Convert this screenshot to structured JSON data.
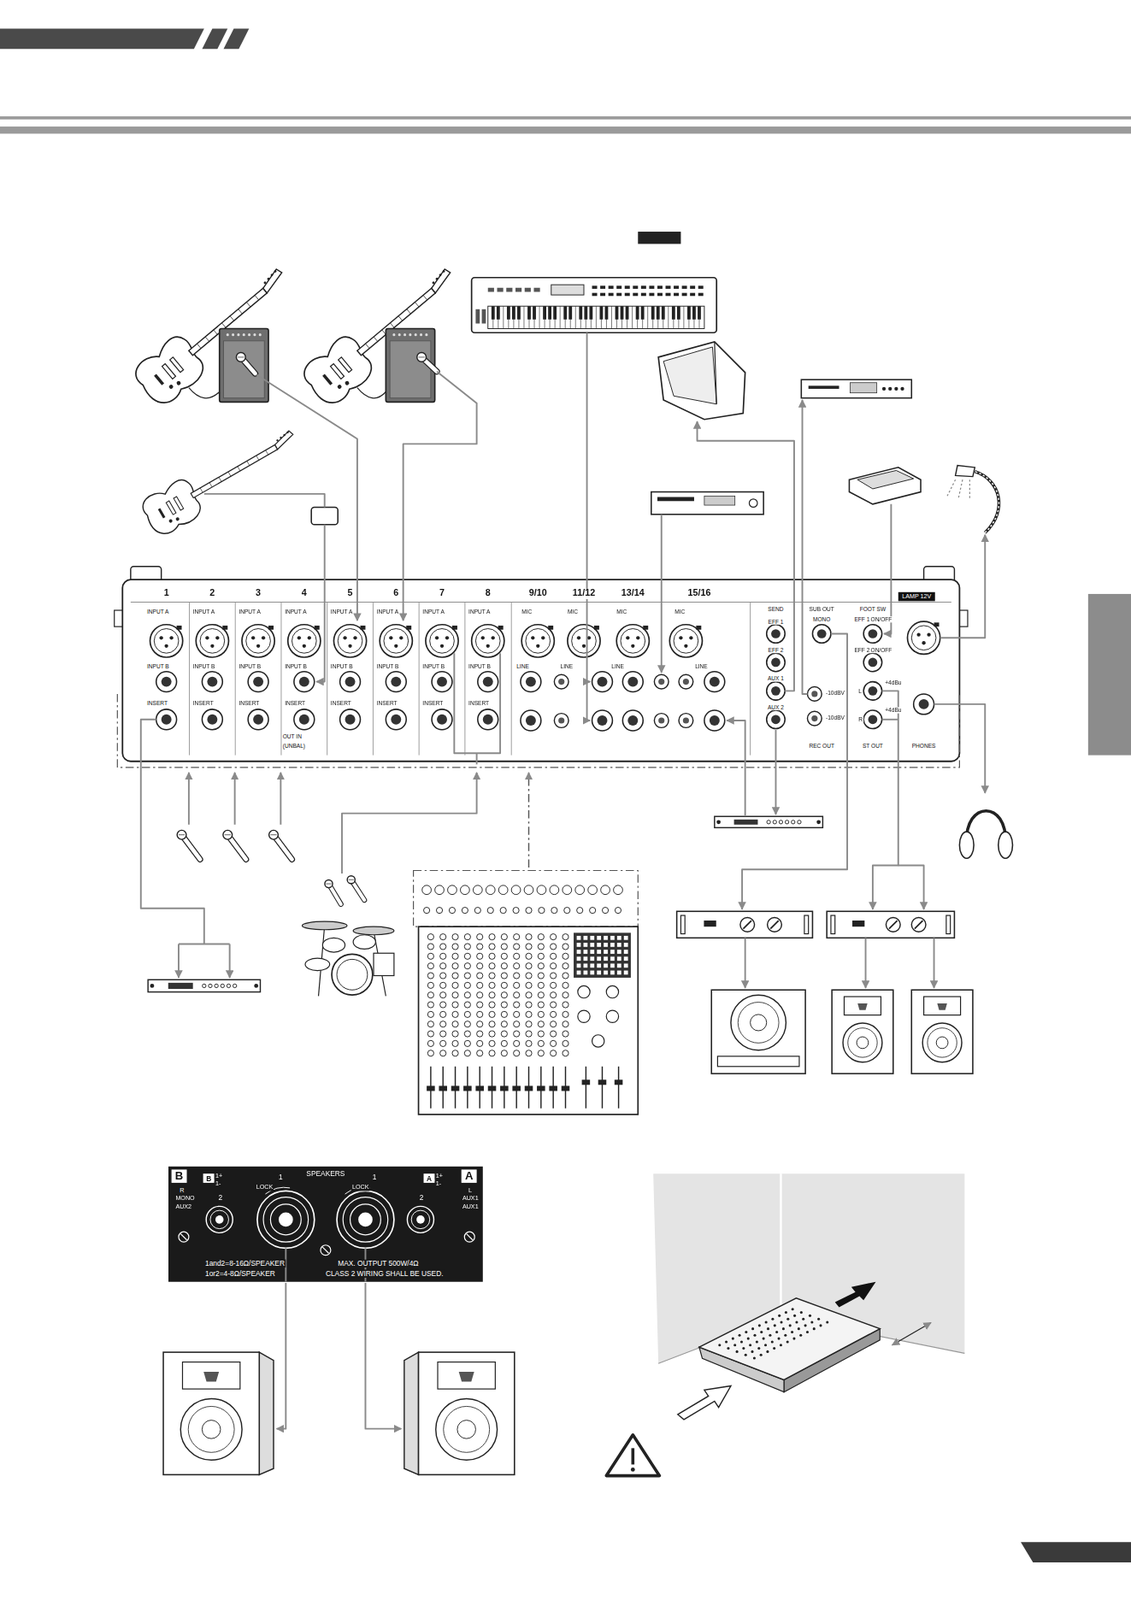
{
  "diagram": {
    "nodes": [
      {
        "text": [
          "SPEAKERS"
        ]
      },
      {
        "text": [
          "B"
        ],
        "in": 0
      },
      {
        "text": [
          "B"
        ],
        "in": 0
      },
      {
        "text": [
          "A"
        ],
        "in": 0
      },
      {
        "text": [
          "A"
        ],
        "in": 0
      },
      {
        "text": [
          "LAMP 12V"
        ]
      }
    ],
    "labels": [
      "1",
      "2",
      "3",
      "4",
      "5",
      "6",
      "7",
      "8",
      "9/10",
      "11/12",
      "13/14",
      "15/16",
      "INPUT A",
      "INPUT A",
      "INPUT A",
      "INPUT A",
      "INPUT A",
      "INPUT A",
      "INPUT A",
      "INPUT A",
      "MIC",
      "MIC",
      "MIC",
      "MIC",
      "INPUT B",
      "INPUT B",
      "INPUT B",
      "INPUT B",
      "INPUT B",
      "INPUT B",
      "INPUT B",
      "INPUT B",
      "INSERT",
      "INSERT",
      "INSERT",
      "INSERT",
      "INSERT",
      "INSERT",
      "INSERT",
      "INSERT",
      "LINE",
      "LINE",
      "LINE",
      "LINE",
      "OUT IN",
      "(UNBAL)",
      "SEND",
      "EFF 1",
      "EFF 2",
      "AUX 1",
      "AUX 2",
      "SUB OUT",
      "MONO",
      "REC OUT",
      "ST OUT",
      "PHONES",
      "FOOT SW",
      "EFF 1",
      "ON/OFF",
      "EFF 2",
      "ON/OFF",
      "L",
      "R",
      "+4dBu",
      "+4dBu",
      "-10dBV",
      "-10dBV",
      "R",
      "MONO",
      "AUX2",
      "1+",
      "1-",
      "LOCK",
      "1",
      "2",
      "LOCK",
      "1",
      "2",
      "1+",
      "1-",
      "L",
      "AUX1",
      "AUX1",
      "1and2=8-16Ω/SPEAKER",
      "1or2=4-8Ω/SPEAKER",
      "MAX. OUTPUT 500W/4Ω",
      "CLASS 2 WIRING SHALL BE USED."
    ]
  }
}
